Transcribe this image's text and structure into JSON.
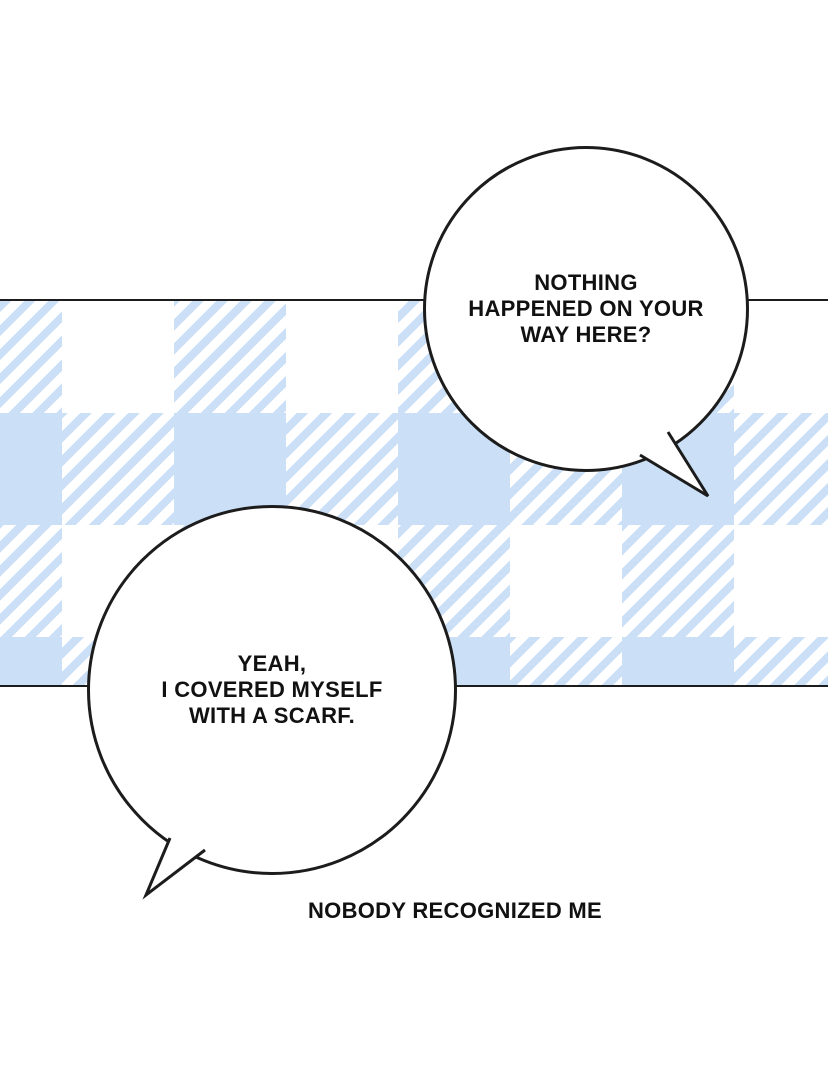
{
  "bubbles": [
    {
      "text": "NOTHING\nHAPPENED ON YOUR\nWAY HERE?"
    },
    {
      "text": "YEAH,\nI COVERED MYSELF\nWITH A SCARF."
    }
  ],
  "caption": {
    "text": "NOBODY RECOGNIZED ME"
  },
  "colors": {
    "pattern_blue": "#cbe0f6",
    "ink": "#1c1c1c",
    "background": "#ffffff"
  }
}
